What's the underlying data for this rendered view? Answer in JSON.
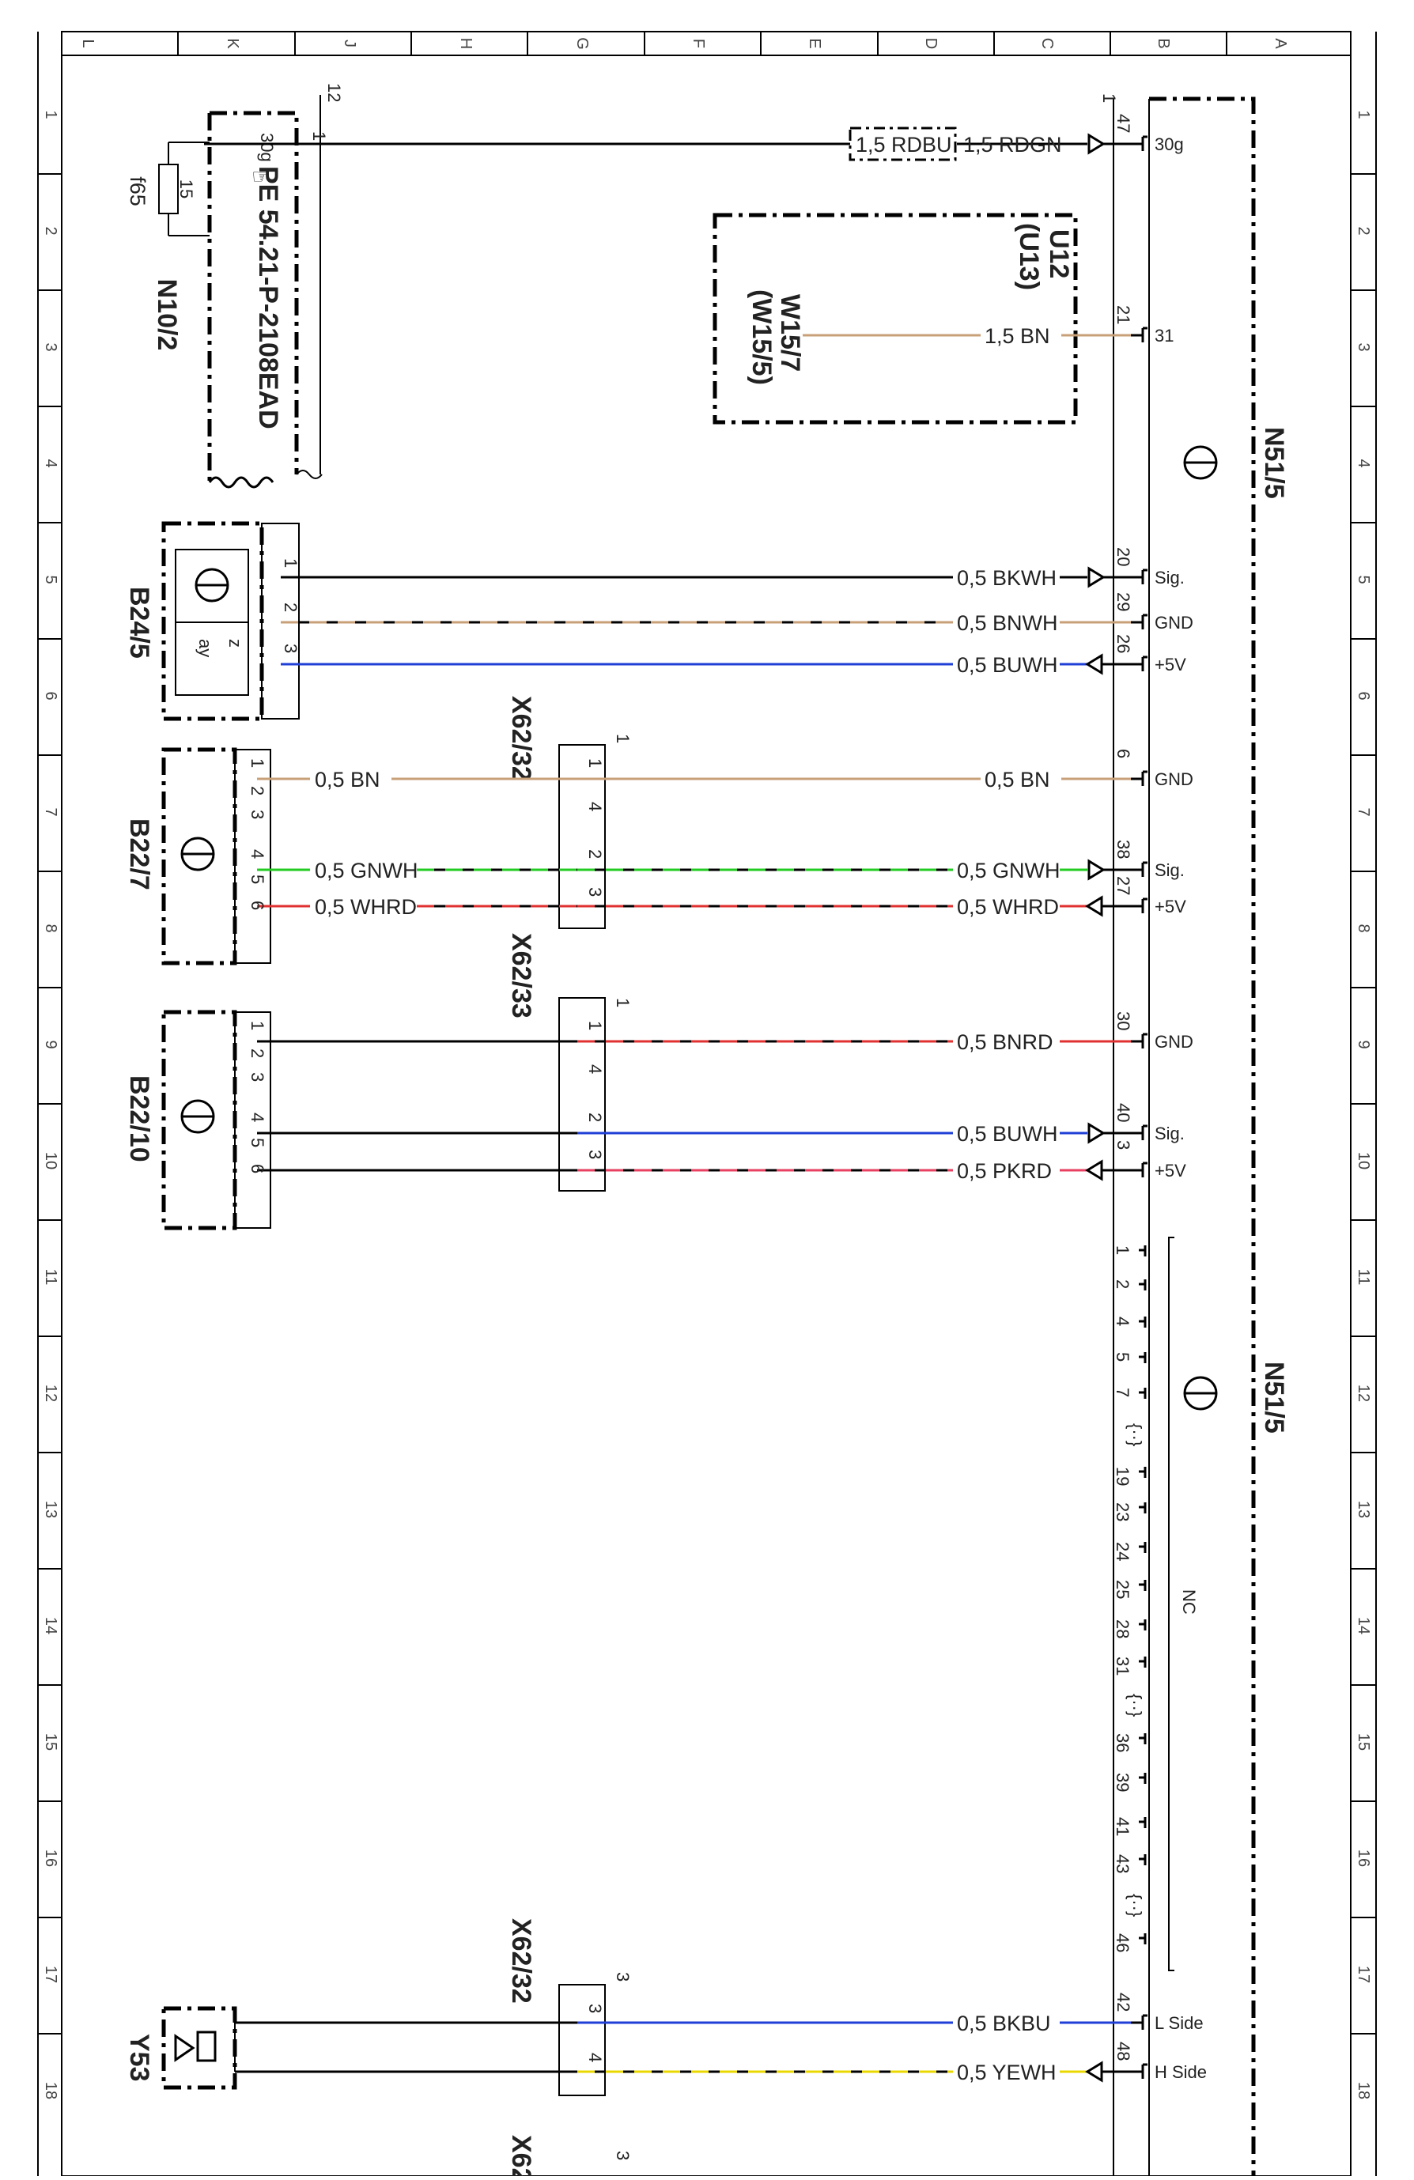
{
  "grid": {
    "columns": [
      "L",
      "K",
      "J",
      "H",
      "G",
      "F",
      "E",
      "D",
      "C",
      "B",
      "A"
    ],
    "rows": [
      "1",
      "2",
      "3",
      "4",
      "5",
      "6",
      "7",
      "8",
      "9",
      "10",
      "11",
      "12",
      "13",
      "14",
      "15",
      "16",
      "17",
      "18"
    ]
  },
  "components": {
    "n10": {
      "id": "N10/2",
      "fuse_num": "15",
      "fuse_label": "f65",
      "ref": "PE 54.21-P-2108EAD",
      "pin_30g": "30g",
      "pin_1": "1",
      "wire_ref": "12"
    },
    "u12": {
      "id": "U12",
      "alt": "(U13)",
      "w_id": "W15/7",
      "w_alt": "(W15/5)"
    },
    "b24": {
      "id": "B24/5",
      "pins": [
        "1",
        "2",
        "3"
      ],
      "sym_a": "ay",
      "sym_z": "z"
    },
    "b22_7": {
      "id": "B22/7",
      "pins": [
        "1",
        "2",
        "3",
        "4",
        "5",
        "6"
      ]
    },
    "b22_10": {
      "id": "B22/10",
      "pins": [
        "1",
        "2",
        "3",
        "4",
        "5",
        "6"
      ]
    },
    "x62_32_top": {
      "id": "X62/32",
      "ref": "1",
      "pins": [
        "1",
        "4",
        "2",
        "3"
      ]
    },
    "x62_33": {
      "id": "X62/33",
      "ref": "1",
      "pins": [
        "1",
        "4",
        "2",
        "3"
      ]
    },
    "x62_32_bot": {
      "id": "X62/32",
      "ref": "3",
      "pins": [
        "3",
        "4"
      ]
    },
    "x62_bottom_cut": {
      "id": "X62/",
      "ref": "3"
    },
    "y53": {
      "id": "Y53"
    },
    "n51": {
      "id": "N51/5",
      "id2": "N51/5",
      "nc": "NC",
      "top_ref": "1"
    }
  },
  "wires": [
    {
      "label": "1,5 RDBU",
      "color": "#000000",
      "row": "1"
    },
    {
      "label": "1,5 RDGN",
      "color": "#000000",
      "row": "1"
    },
    {
      "label": "1,5 BN",
      "color": "#c8a078",
      "row": "3"
    },
    {
      "label": "0,5 BKWH",
      "color": "#000000",
      "row": "5"
    },
    {
      "label": "0,5 BNWH",
      "color": "#c8a078",
      "row": "5"
    },
    {
      "label": "0,5 BUWH",
      "color": "#1f3fd6",
      "row": "6"
    },
    {
      "label": "0,5 BN",
      "color": "#c8a078",
      "row": "7"
    },
    {
      "label": "0,5 BN",
      "color": "#c8a078",
      "row": "7"
    },
    {
      "label": "0,5 GNWH",
      "color": "#22cc22",
      "row": "8"
    },
    {
      "label": "0,5 GNWH",
      "color": "#22cc22",
      "row": "8"
    },
    {
      "label": "0,5 WHRD",
      "color": "#e03030",
      "row": "8"
    },
    {
      "label": "0,5 WHRD",
      "color": "#e03030",
      "row": "8"
    },
    {
      "label": "0,5 BNRD",
      "color": "#e03030",
      "row": "9"
    },
    {
      "label": "0,5 BUWH",
      "color": "#1f3fd6",
      "row": "10"
    },
    {
      "label": "0,5 PKRD",
      "color": "#e84060",
      "row": "10"
    },
    {
      "label": "0,5 BKBU",
      "color": "#1f3fd6",
      "row": "17"
    },
    {
      "label": "0,5 YEWH",
      "color": "#e8d800",
      "row": "18"
    }
  ],
  "n51_pins": [
    {
      "pin": "47",
      "signal": "30g"
    },
    {
      "pin": "21",
      "signal": "31"
    },
    {
      "pin": "20",
      "signal": "Sig."
    },
    {
      "pin": "29",
      "signal": "GND"
    },
    {
      "pin": "26",
      "signal": "+5V"
    },
    {
      "pin": "6",
      "signal": "GND"
    },
    {
      "pin": "38",
      "signal": "Sig."
    },
    {
      "pin": "27",
      "signal": "+5V"
    },
    {
      "pin": "30",
      "signal": "GND"
    },
    {
      "pin": "40",
      "signal": "Sig."
    },
    {
      "pin": "3",
      "signal": "+5V"
    },
    {
      "pin": "42",
      "signal": "L Side"
    },
    {
      "pin": "48",
      "signal": "H Side"
    }
  ],
  "nc_pins": [
    "1",
    "2",
    "4",
    "5",
    "7",
    "19",
    "23",
    "24",
    "25",
    "28",
    "31",
    "36",
    "39",
    "41",
    "43",
    "46"
  ]
}
